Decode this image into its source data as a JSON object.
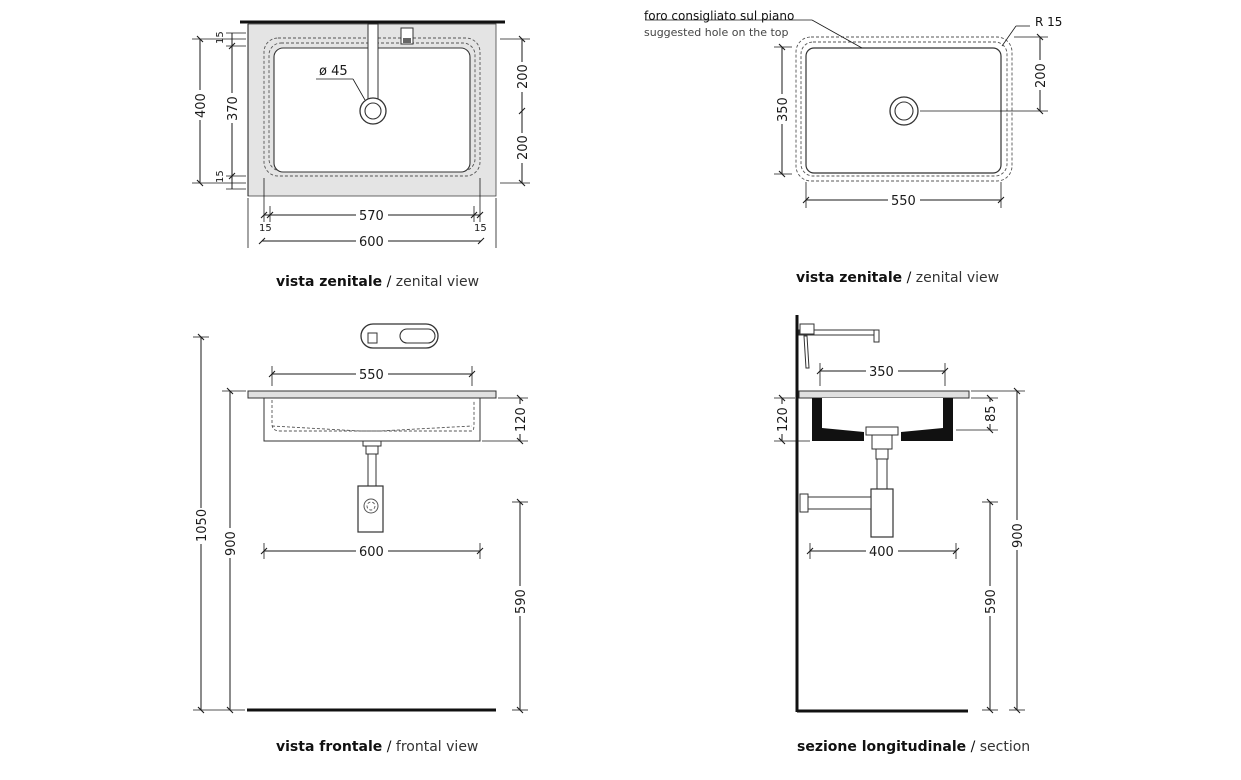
{
  "captions": {
    "top_left": {
      "it": "vista zenitale",
      "sep": " / ",
      "en": "zenital view"
    },
    "top_right": {
      "it": "vista zenitale",
      "sep": " / ",
      "en": "zenital view"
    },
    "bottom_left": {
      "it": "vista frontale",
      "sep": " / ",
      "en": "frontal view"
    },
    "bottom_right": {
      "it": "sezione longitudinale",
      "sep": " / ",
      "en": "section"
    }
  },
  "notes": {
    "hole_it": "foro consigliato sul piano",
    "hole_en": "suggested hole on the top",
    "radius": "R 15"
  },
  "dims": {
    "tl_diameter": "ø 45",
    "tl_15_top": "15",
    "tl_400": "400",
    "tl_370": "370",
    "tl_15_bottom": "15",
    "tl_200_a": "200",
    "tl_200_b": "200",
    "tl_570": "570",
    "tl_15_left": "15",
    "tl_15_right": "15",
    "tl_600": "600",
    "tr_350": "350",
    "tr_200": "200",
    "tr_550": "550",
    "bl_550": "550",
    "bl_120": "120",
    "bl_1050": "1050",
    "bl_900": "900",
    "bl_600": "600",
    "bl_590": "590",
    "br_350": "350",
    "br_120": "120",
    "br_85": "85",
    "br_900": "900",
    "br_400": "400",
    "br_590": "590"
  }
}
